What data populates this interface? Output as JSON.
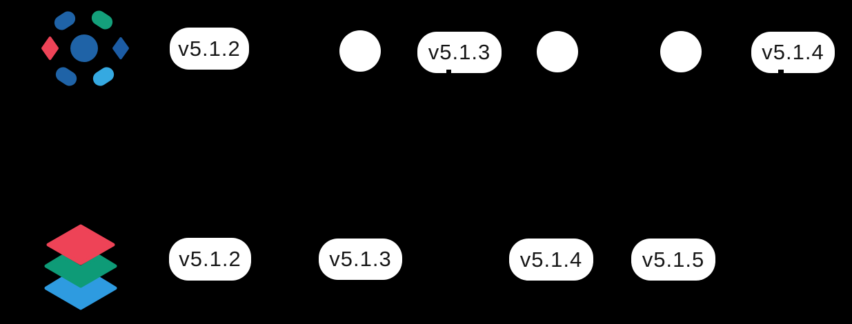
{
  "colors": {
    "background": "#000000",
    "badge_bg": "#ffffff",
    "badge_text": "#161616",
    "dot_fill": "#ffffff",
    "sphere_blue": "#1f63a7",
    "sphere_dark_blue": "#1c5ca4",
    "sphere_green": "#14a07b",
    "sphere_light_blue": "#35a9e1",
    "sphere_red": "#ee4357",
    "layers_red": "#ee4357",
    "layers_green": "#0e9b77",
    "layers_blue": "#2e9be0"
  },
  "operator_row": {
    "logo": "operator-framework-sphere-logo",
    "badges": [
      {
        "label": "v5.1.2"
      },
      {
        "label": "v5.1.3"
      },
      {
        "label": "v5.1.4"
      }
    ],
    "unlabeled_release_dots": 3
  },
  "quay_row": {
    "logo": "stacked-layers-logo",
    "badges": [
      {
        "label": "v5.1.2"
      },
      {
        "label": "v5.1.3"
      },
      {
        "label": "v5.1.4"
      },
      {
        "label": "v5.1.5"
      }
    ]
  }
}
